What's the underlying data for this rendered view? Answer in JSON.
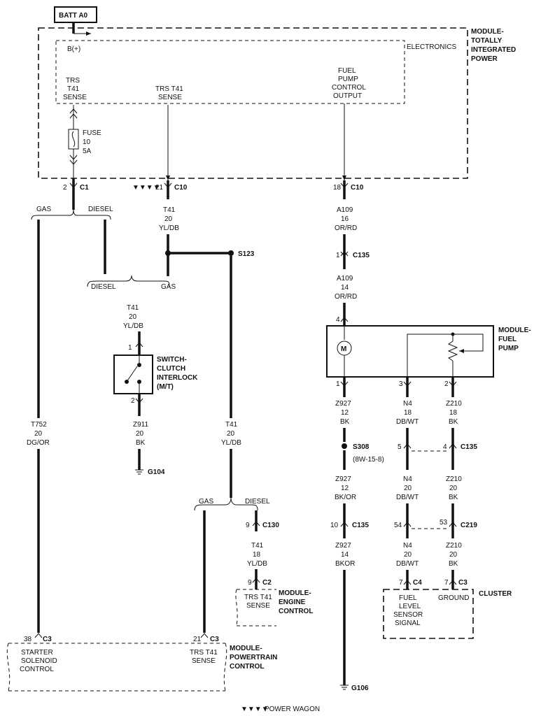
{
  "top": {
    "batt": "BATT A0",
    "bplus": "B(+)",
    "electronics": "ELECTRONICS"
  },
  "tipm": {
    "l1": "MODULE-",
    "l2": "TOTALLY",
    "l3": "INTEGRATED",
    "l4": "POWER"
  },
  "tipm_pins": {
    "trs_sense": [
      "TRS",
      "T41",
      "SENSE"
    ],
    "trs_t41_sense": [
      "TRS T41",
      "SENSE"
    ],
    "fuel_pump": [
      "FUEL",
      "PUMP",
      "CONTROL",
      "OUTPUT"
    ]
  },
  "fuse": [
    "FUSE",
    "10",
    "5A"
  ],
  "connectors": {
    "c1": {
      "pin": "2",
      "name": "C1"
    },
    "c10a": {
      "pin": "21",
      "name": "C10"
    },
    "c10b": {
      "pin": "18",
      "name": "C10"
    },
    "c135a": {
      "pin": "1",
      "name": "C135"
    },
    "fp4": {
      "pin": "4"
    },
    "fp1": {
      "pin": "1"
    },
    "fp3": {
      "pin": "3"
    },
    "fp2": {
      "pin": "2"
    },
    "sw1": {
      "pin": "1"
    },
    "sw2": {
      "pin": "2"
    },
    "c135b_5": {
      "pin": "5"
    },
    "c135b_4": {
      "pin": "4",
      "name": "C135"
    },
    "c135c": {
      "pin": "10",
      "name": "C135"
    },
    "c130": {
      "pin": "9",
      "name": "C130"
    },
    "c2": {
      "pin": "9",
      "name": "C2"
    },
    "c219_54": {
      "pin": "54"
    },
    "c219_53": {
      "pin": "53",
      "name": "C219"
    },
    "c4": {
      "pin": "7",
      "name": "C4"
    },
    "c3a": {
      "pin": "7",
      "name": "C3"
    },
    "c3b": {
      "pin": "38",
      "name": "C3"
    },
    "c3c": {
      "pin": "21",
      "name": "C3"
    }
  },
  "power_wagon_symbol": "▼▼▼▼",
  "footnote": "POWER WAGON",
  "branches": {
    "gas": "GAS",
    "diesel": "DIESEL"
  },
  "splices": {
    "s123": "S123",
    "s308": "S308",
    "s308_ref": "(8W-15-8)"
  },
  "wires": {
    "t41_top": [
      "T41",
      "20",
      "YL/DB"
    ],
    "a109_a": [
      "A109",
      "16",
      "OR/RD"
    ],
    "a109_b": [
      "A109",
      "14",
      "OR/RD"
    ],
    "t41_sw": [
      "T41",
      "20",
      "YL/DB"
    ],
    "z911": [
      "Z911",
      "20",
      "BK"
    ],
    "t752": [
      "T752",
      "20",
      "DG/OR"
    ],
    "t41_right": [
      "T41",
      "20",
      "YL/DB"
    ],
    "z927_a": [
      "Z927",
      "12",
      "BK"
    ],
    "n4_a": [
      "N4",
      "18",
      "DB/WT"
    ],
    "z210_a": [
      "Z210",
      "18",
      "BK"
    ],
    "z927_b": [
      "Z927",
      "12",
      "BK/OR"
    ],
    "n4_b": [
      "N4",
      "20",
      "DB/WT"
    ],
    "z210_b": [
      "Z210",
      "20",
      "BK"
    ],
    "t41_ecm": [
      "T41",
      "18",
      "YL/DB"
    ],
    "z927_c": [
      "Z927",
      "14",
      "BKOR"
    ],
    "n4_c": [
      "N4",
      "20",
      "DB/WT"
    ],
    "z210_c": [
      "Z210",
      "20",
      "BK"
    ]
  },
  "grounds": {
    "g104": "G104",
    "g106": "G106"
  },
  "switch": [
    "SWITCH-",
    "CLUTCH",
    "INTERLOCK",
    "(M/T)"
  ],
  "fuel_pump_module": [
    "MODULE-",
    "FUEL",
    "PUMP"
  ],
  "ecm": {
    "label": [
      "MODULE-",
      "ENGINE",
      "CONTROL"
    ],
    "pin": [
      "TRS T41",
      "SENSE"
    ]
  },
  "pcm": {
    "label": [
      "MODULE-",
      "POWERTRAIN",
      "CONTROL"
    ],
    "starter": [
      "STARTER",
      "SOLENOID",
      "CONTROL"
    ],
    "trs": [
      "TRS T41",
      "SENSE"
    ]
  },
  "cluster": {
    "label": "CLUSTER",
    "fuel": [
      "FUEL",
      "LEVEL",
      "SENSOR",
      "SIGNAL"
    ],
    "ground": "GROUND"
  }
}
